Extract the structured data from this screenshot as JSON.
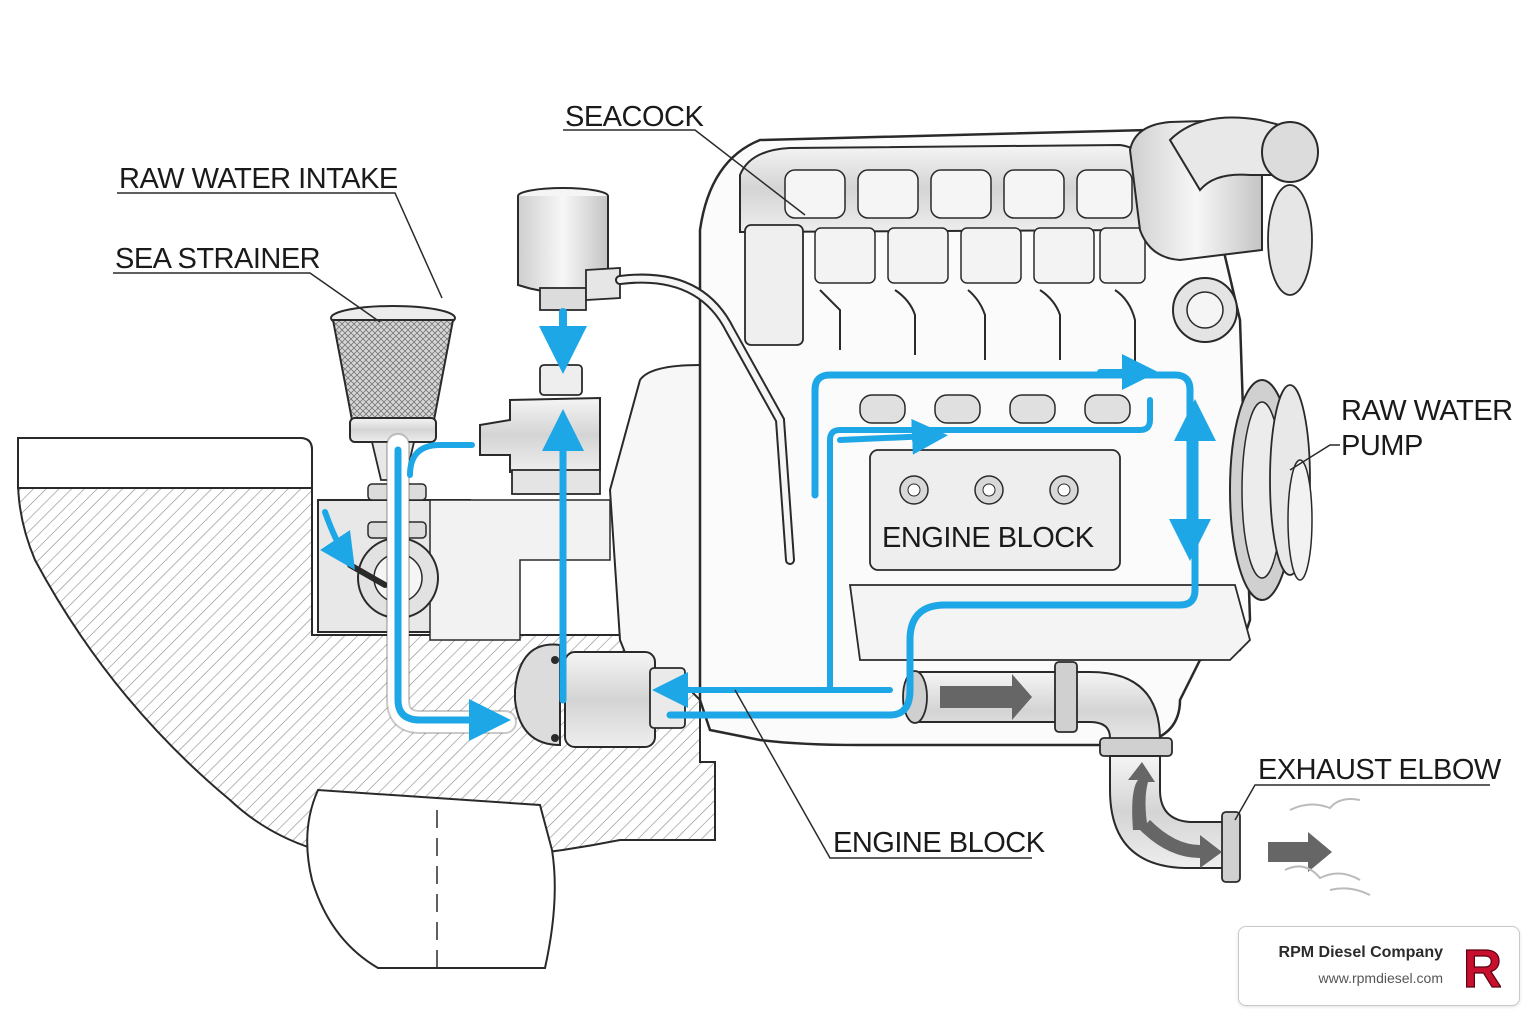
{
  "labels": {
    "seacock": "SEACOCK",
    "raw_water_intake": "RAW WATER INTAKE",
    "sea_strainer": "SEA STRAINER",
    "raw_water_pump_line1": "RAW WATER",
    "raw_water_pump_line2": "PUMP",
    "engine_block_inner": "ENGINE BLOCK",
    "engine_block_callout": "ENGINE BLOCK",
    "exhaust_elbow": "EXHAUST ELBOW"
  },
  "brand": {
    "name": "RPM Diesel Company",
    "url": "www.rpmdiesel.com",
    "logo_letter": "R"
  },
  "colors": {
    "water_flow": "#1ea7e6",
    "exhaust_flow": "#666666",
    "line": "#2a2a2a",
    "brand_red": "#c8102e"
  }
}
